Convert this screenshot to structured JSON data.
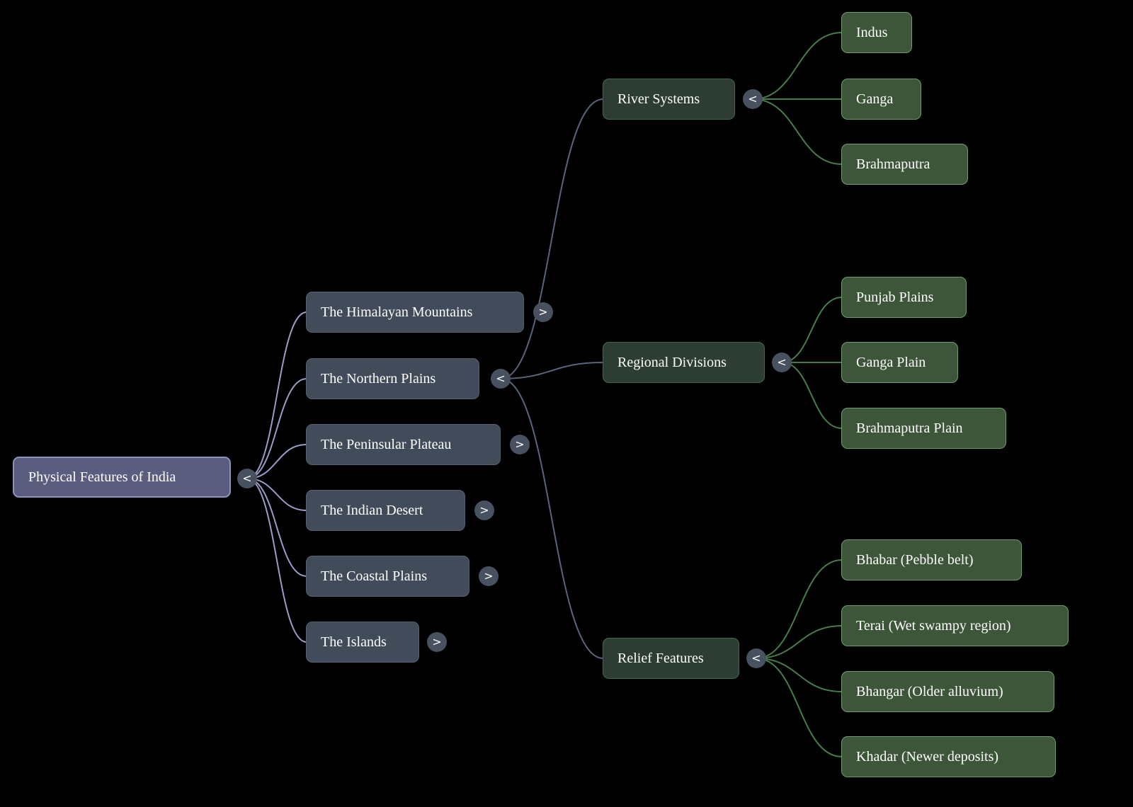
{
  "palette": {
    "background": "#000000",
    "root_node_fill": "#5b5d7e",
    "root_node_border": "#8e92bc",
    "branch_node_fill": "#424b59",
    "branch_node_border": "#55616f",
    "topic_node_fill": "#2e3d33",
    "topic_node_border": "#3f6b46",
    "leaf_node_fill": "#3d5639",
    "leaf_node_border": "#6f9b6f",
    "edge_root": "#9a9dc7",
    "edge_branch": "#5a647c",
    "edge_leaf": "#477d4b",
    "text": "#ffffff"
  },
  "mindmap": {
    "root": {
      "label": "Physical Features of India",
      "toggle": "<"
    },
    "level1": [
      {
        "label": "The Himalayan Mountains",
        "toggle": ">"
      },
      {
        "label": "The Northern Plains",
        "toggle": "<"
      },
      {
        "label": "The Peninsular Plateau",
        "toggle": ">"
      },
      {
        "label": "The Indian Desert",
        "toggle": ">"
      },
      {
        "label": "The Coastal Plains",
        "toggle": ">"
      },
      {
        "label": "The Islands",
        "toggle": ">"
      }
    ],
    "level2": [
      {
        "label": "River Systems",
        "toggle": "<"
      },
      {
        "label": "Regional Divisions",
        "toggle": "<"
      },
      {
        "label": "Relief Features",
        "toggle": "<"
      }
    ],
    "level3": {
      "river_systems": [
        "Indus",
        "Ganga",
        "Brahmaputra"
      ],
      "regional_divisions": [
        "Punjab Plains",
        "Ganga Plain",
        "Brahmaputra Plain"
      ],
      "relief_features": [
        "Bhabar (Pebble belt)",
        "Terai (Wet swampy region)",
        "Bhangar (Older alluvium)",
        "Khadar (Newer deposits)"
      ]
    }
  }
}
